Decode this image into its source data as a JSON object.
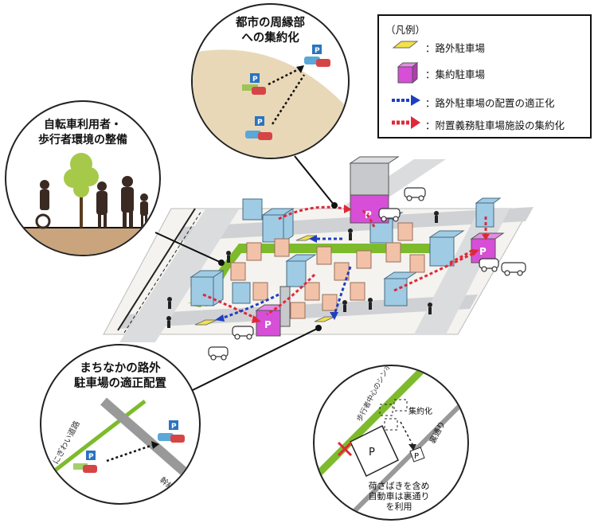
{
  "legend": {
    "title": "（凡例）",
    "items": [
      {
        "label": "：路外駐車場"
      },
      {
        "label": "：集約駐車場"
      },
      {
        "label": "：路外駐車場の配置の適正化"
      },
      {
        "label": "：附置義務駐車場施設の集約化"
      }
    ]
  },
  "circles": {
    "periphery": {
      "title_line1": "都市の周縁部",
      "title_line2": "への集約化"
    },
    "pedestrian": {
      "title_line1": "自転車利用者・",
      "title_line2": "歩行者環境の整備"
    },
    "placement": {
      "title_line1": "まちなかの路外",
      "title_line2": "駐車場の適正配置",
      "road_busy": "にぎわい道路",
      "road_trunk": "幹線道路"
    },
    "symbol": {
      "road_label": "歩行者中心のシンボルロード",
      "consolidate": "集約化",
      "back_street": "裏通り",
      "parking_sign": "P",
      "note_line1": "荷さばきを含め",
      "note_line2": "自動車は裏通り",
      "note_line3": "を利用"
    }
  },
  "parking_sign": "P",
  "colors": {
    "green_road": "#7dbb2c",
    "blue_arrow": "#1f3fbf",
    "red_arrow": "#e0283a",
    "magenta": "#d64fd6",
    "light_blue": "#9fcbe4",
    "pink_bldg": "#f2c2a8",
    "yellow_lot": "#f3e24a",
    "sand": "#e9d8b8",
    "ground": "#c9a47c"
  }
}
